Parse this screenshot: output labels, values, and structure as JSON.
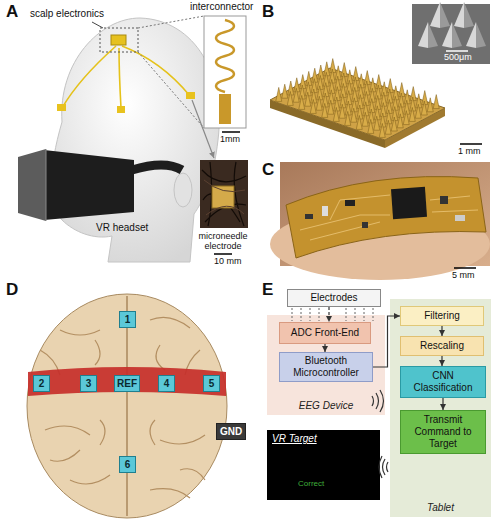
{
  "diagram": {
    "nodes": [
      {
        "text": [
          "1"
        ]
      },
      {
        "text": [
          "2"
        ]
      },
      {
        "text": [
          "3"
        ]
      },
      {
        "text": [
          "REF"
        ]
      },
      {
        "text": [
          "4"
        ]
      },
      {
        "text": [
          "5"
        ]
      },
      {
        "text": [
          "6"
        ]
      },
      {
        "text": [
          "GND"
        ]
      },
      {
        "text": [
          "Electrodes"
        ]
      },
      {
        "text": [
          "EEG Device"
        ]
      },
      {
        "text": [
          "ADC Front-End"
        ],
        "in": 9
      },
      {
        "text": [
          "Bluetooth Microcontroller"
        ],
        "in": 9
      },
      {
        "text": [
          "Tablet"
        ]
      },
      {
        "text": [
          "Filtering"
        ],
        "in": 12
      },
      {
        "text": [
          "Rescaling"
        ],
        "in": 12
      },
      {
        "text": [
          "CNN Classification"
        ],
        "in": 12
      },
      {
        "text": [
          "Transmit Command to Target"
        ],
        "in": 12
      },
      {
        "text": [
          "VR Target"
        ]
      }
    ],
    "edges": [
      {
        "from": 8,
        "to": 10,
        "arrow": "to"
      },
      {
        "from": 10,
        "to": 11,
        "arrow": "to"
      },
      {
        "from": 11,
        "to": 13,
        "arrow": "to"
      },
      {
        "from": 13,
        "to": 14,
        "arrow": "to"
      },
      {
        "from": 14,
        "to": 15,
        "arrow": "to"
      },
      {
        "from": 15,
        "to": 16,
        "arrow": "to"
      }
    ],
    "labels": [
      "A",
      "scalp electronics",
      "interconnector",
      "1mm",
      "VR headset",
      "microneedle electrode",
      "10 mm",
      "B",
      "500μm",
      "1 mm",
      "C",
      "5 mm",
      "D",
      "E",
      "Correct"
    ]
  }
}
